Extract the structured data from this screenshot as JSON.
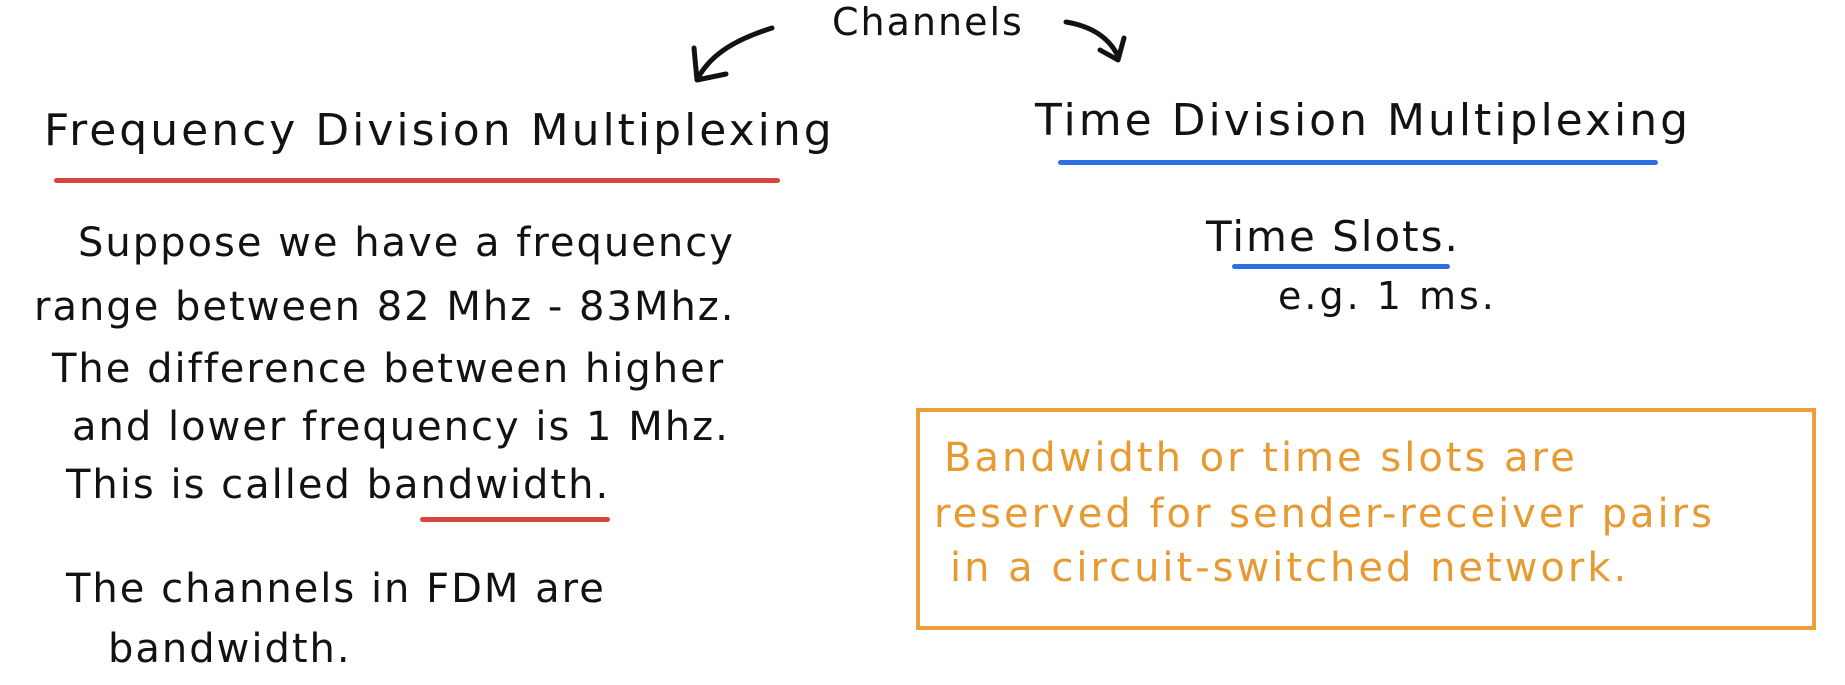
{
  "top_title": "Channels",
  "fdm": {
    "heading": "Frequency Division Multiplexing",
    "lines": [
      "Suppose we have a frequency",
      "range between 82 Mhz - 83Mhz.",
      "The difference between higher",
      "and lower frequency is 1 Mhz.",
      "This is called bandwidth.",
      "The channels in FDM are",
      "bandwidth."
    ],
    "accent_color": "#d9473b"
  },
  "tdm": {
    "heading": "Time Division Multiplexing",
    "time_slots": "Time Slots.",
    "example": "e.g. 1 ms.",
    "accent_color": "#2f6fe4"
  },
  "callout": {
    "lines": [
      "Bandwidth or time slots are",
      "reserved for sender-receiver pairs",
      "in a circuit-switched network."
    ],
    "color": "#eba03a"
  },
  "icons": [
    "arrow-left-icon",
    "arrow-right-icon"
  ]
}
